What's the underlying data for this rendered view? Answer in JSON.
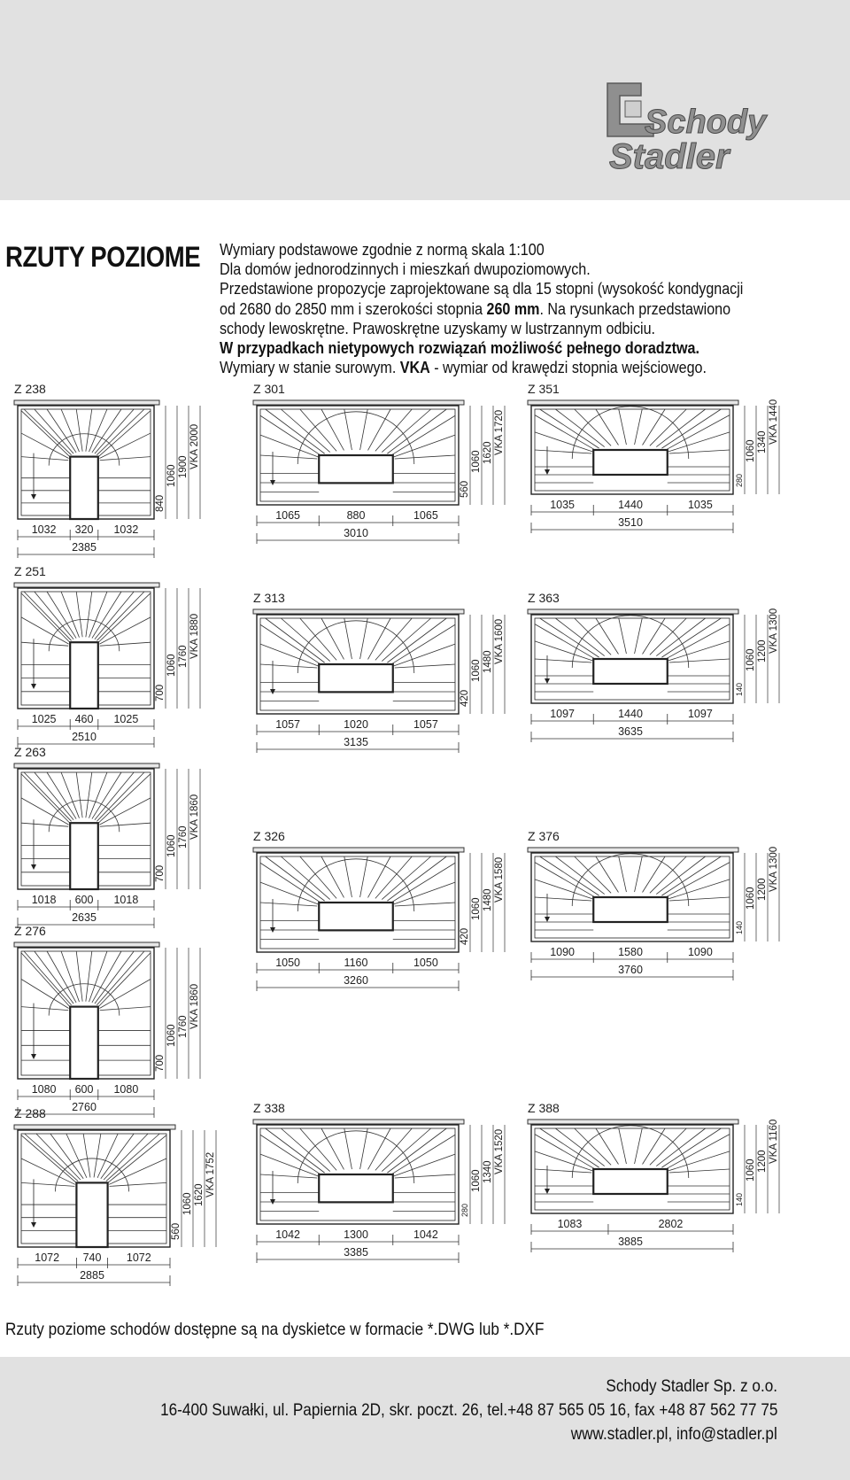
{
  "brand": {
    "line1": "Schody",
    "line2": "Stadler"
  },
  "title": "RZUTY POZIOME",
  "intro": {
    "line1": "Wymiary podstawowe zgodnie z normą skala 1:100",
    "line2": "Dla domów jednorodzinnych i mieszkań dwupoziomowych.",
    "line3": "Przedstawione propozycje zaprojektowane są dla 15 stopni (wysokość kondygnacji",
    "line4a": "od 2680 do 2850 mm i szerokości stopnia ",
    "line4b": "260 mm",
    "line4c": ". Na rysunkach przedstawiono",
    "line5": "schody lewoskrętne. Prawoskrętne uzyskamy w lustrzannym odbiciu.",
    "line6": "W przypadkach nietypowych rozwiązań możliwość pełnego doradztwa.",
    "line7a": "Wymiary w stanie surowym. ",
    "line7b": "VKA",
    "line7c": " - wymiar od krawędzi stopnia wejściowego."
  },
  "plans": [
    {
      "id": "Z 238",
      "shape": "U",
      "bottom": [
        "1032",
        "320",
        "1032"
      ],
      "total": "2385",
      "side": [
        "840",
        "1060",
        "1900",
        "VKA 2000"
      ]
    },
    {
      "id": "Z 301",
      "shape": "T",
      "bottom": [
        "1065",
        "880",
        "1065"
      ],
      "total": "3010",
      "side": [
        "560",
        "1060",
        "1620",
        "VKA 1720"
      ]
    },
    {
      "id": "Z 351",
      "shape": "T",
      "bottom": [
        "1035",
        "1440",
        "1035"
      ],
      "total": "3510",
      "side": [
        "280",
        "1060",
        "1340",
        "VKA 1440"
      ]
    },
    {
      "id": "Z 251",
      "shape": "U",
      "bottom": [
        "1025",
        "460",
        "1025"
      ],
      "total": "2510",
      "side": [
        "700",
        "1060",
        "1760",
        "VKA 1880"
      ]
    },
    {
      "id": "Z 313",
      "shape": "T",
      "bottom": [
        "1057",
        "1020",
        "1057"
      ],
      "total": "3135",
      "side": [
        "420",
        "1060",
        "1480",
        "VKA 1600"
      ]
    },
    {
      "id": "Z 363",
      "shape": "T",
      "bottom": [
        "1097",
        "1440",
        "1097"
      ],
      "total": "3635",
      "side": [
        "140",
        "1060",
        "1200",
        "VKA 1300"
      ]
    },
    {
      "id": "Z 263",
      "shape": "U",
      "bottom": [
        "1018",
        "600",
        "1018"
      ],
      "total": "2635",
      "side": [
        "700",
        "1060",
        "1760",
        "VKA 1860"
      ]
    },
    {
      "id": "Z 326",
      "shape": "T",
      "bottom": [
        "1050",
        "1160",
        "1050"
      ],
      "total": "3260",
      "side": [
        "420",
        "1060",
        "1480",
        "VKA 1580"
      ]
    },
    {
      "id": "Z 376",
      "shape": "T",
      "bottom": [
        "1090",
        "1580",
        "1090"
      ],
      "total": "3760",
      "side": [
        "140",
        "1060",
        "1200",
        "VKA 1300"
      ]
    },
    {
      "id": "Z 276",
      "shape": "U",
      "bottom": [
        "1080",
        "600",
        "1080"
      ],
      "total": "2760",
      "side": [
        "700",
        "1060",
        "1760",
        "VKA 1860"
      ]
    },
    {
      "id": "Z 338",
      "shape": "T",
      "bottom": [
        "1042",
        "1300",
        "1042"
      ],
      "total": "3385",
      "side": [
        "280",
        "1060",
        "1340",
        "VKA 1520"
      ]
    },
    {
      "id": "Z 388",
      "shape": "T",
      "bottom": [
        "1083",
        "2802"
      ],
      "total": "3885",
      "side": [
        "140",
        "1060",
        "1200",
        "VKA 1160"
      ]
    },
    {
      "id": "Z 288",
      "shape": "U",
      "bottom": [
        "1072",
        "740",
        "1072"
      ],
      "total": "2885",
      "side": [
        "560",
        "1060",
        "1620",
        "VKA 1752"
      ]
    }
  ],
  "bottom_note": "Rzuty poziome schodów dostępne są na dyskietce w formacie *.DWG lub *.DXF",
  "footer": {
    "company": "Schody Stadler Sp. z o.o.",
    "address": "16-400 Suwałki, ul. Papiernia 2D, skr. poczt. 26, tel.+48 87 565 05 16, fax +48 87 562 77 75",
    "web": "www.stadler.pl, info@stadler.pl"
  }
}
